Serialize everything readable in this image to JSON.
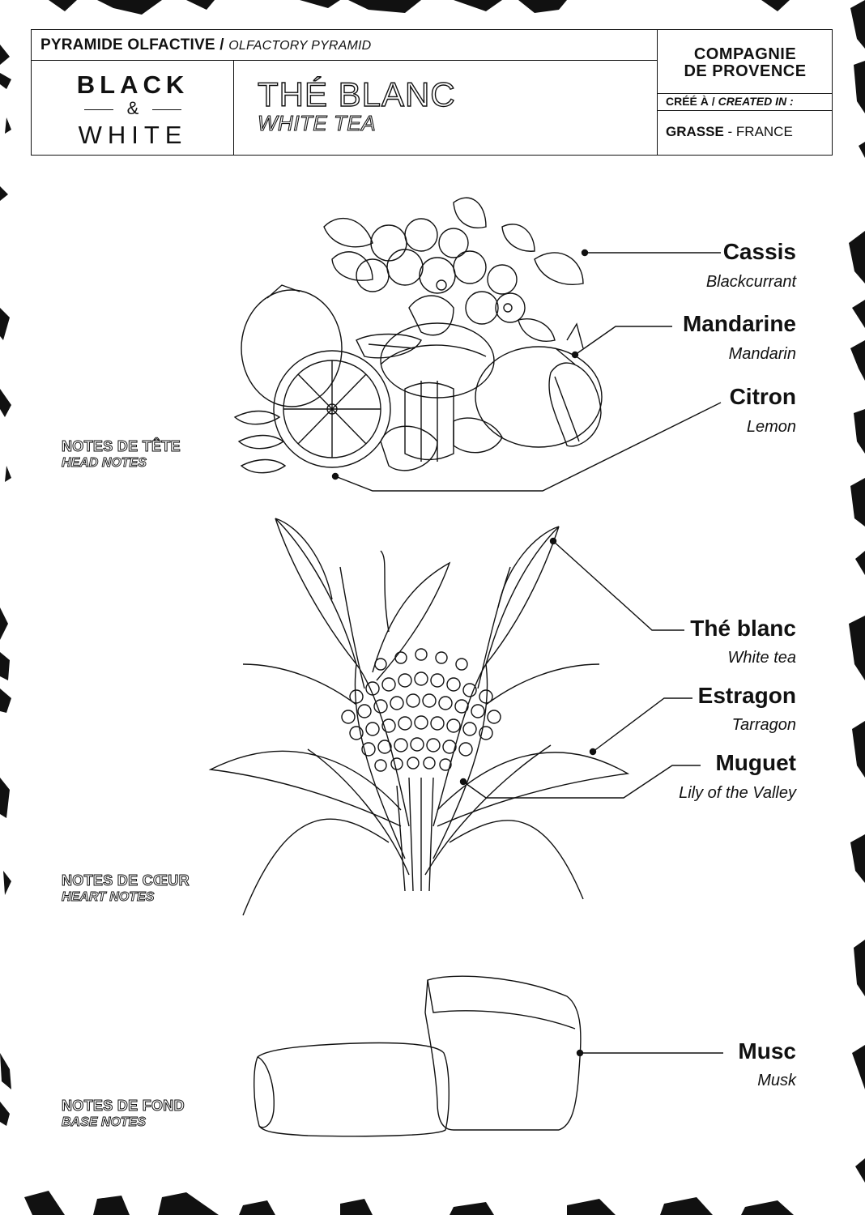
{
  "header": {
    "pyramid_fr": "PYRAMIDE OLFACTIVE /",
    "pyramid_en": "OLFACTORY PYRAMID",
    "logo_line1": "BLACK",
    "logo_amp": "&",
    "logo_line2": "WHITE",
    "title_fr": "THÉ BLANC",
    "title_en": "WHITE TEA",
    "brand_line1": "COMPAGNIE",
    "brand_line2": "DE PROVENCE",
    "created_fr": "CRÉÉ À /",
    "created_en": "CREATED IN :",
    "origin_city": "GRASSE",
    "origin_sep": " - ",
    "origin_country": "FRANCE"
  },
  "sections": {
    "head": {
      "fr": "NOTES DE TÊTE",
      "en": "HEAD NOTES"
    },
    "heart": {
      "fr": "NOTES DE CŒUR",
      "en": "HEART NOTES"
    },
    "base": {
      "fr": "NOTES DE FOND",
      "en": "BASE NOTES"
    }
  },
  "notes": [
    {
      "fr": "Cassis",
      "en": "Blackcurrant"
    },
    {
      "fr": "Mandarine",
      "en": "Mandarin"
    },
    {
      "fr": "Citron",
      "en": "Lemon"
    },
    {
      "fr": "Thé blanc",
      "en": "White tea"
    },
    {
      "fr": "Estragon",
      "en": "Tarragon"
    },
    {
      "fr": "Muguet",
      "en": "Lily of the Valley"
    },
    {
      "fr": "Musc",
      "en": "Musk"
    }
  ],
  "illustrations": [
    "fruit-illustration",
    "flower-leaf-illustration",
    "musk-illustration"
  ]
}
